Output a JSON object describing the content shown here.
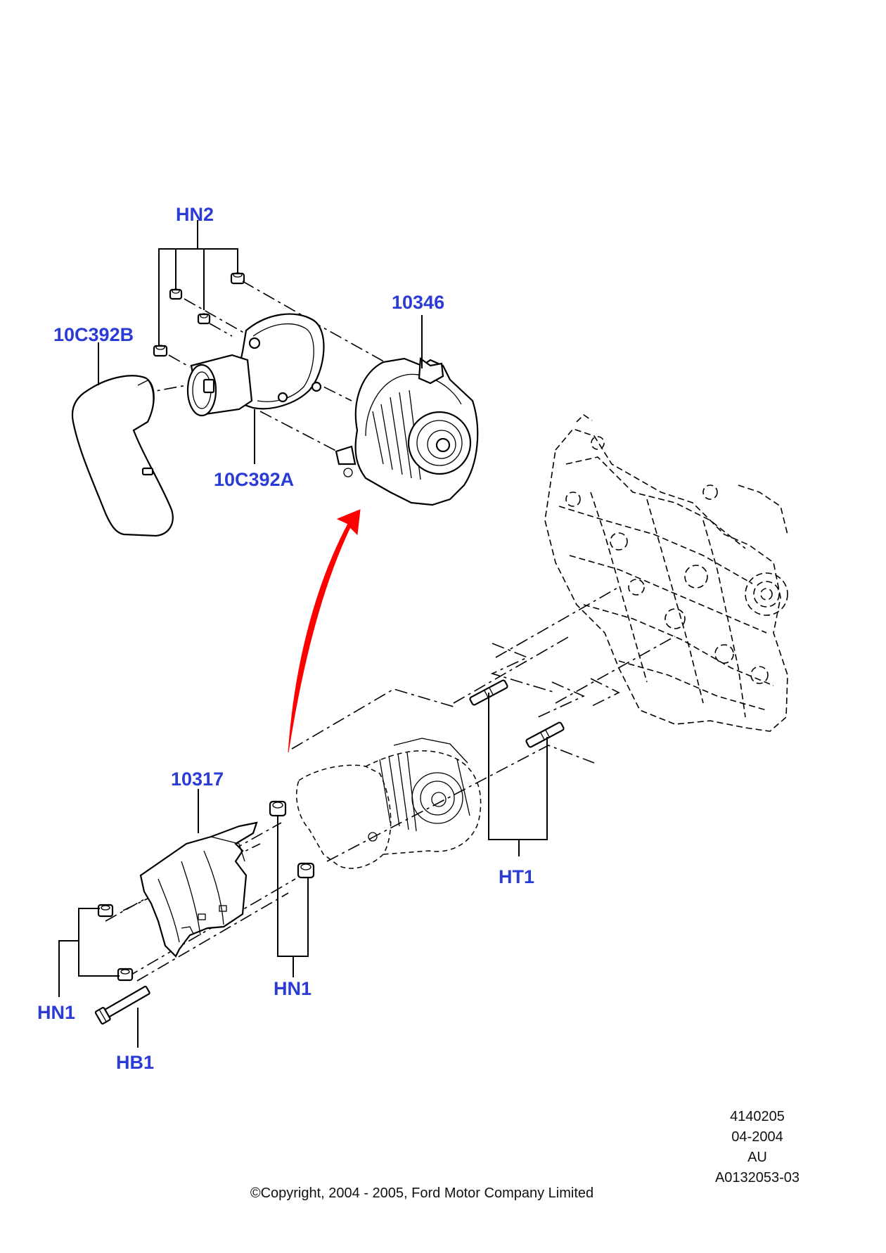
{
  "callouts": {
    "hn2": "HN2",
    "part_10346": "10346",
    "part_10c392b": "10C392B",
    "part_10c392a": "10C392A",
    "part_10317": "10317",
    "ht1": "HT1",
    "hn1_center": "HN1",
    "hn1_left": "HN1",
    "hb1": "HB1"
  },
  "footer": {
    "code": "4140205",
    "date": "04-2004",
    "region": "AU",
    "illustration_id": "A0132053-03",
    "copyright": "©Copyright, 2004 - 2005, Ford Motor Company Limited"
  },
  "colors": {
    "callout": "#2b3bd6",
    "arrow": "#ff0000",
    "linework": "#000000"
  }
}
